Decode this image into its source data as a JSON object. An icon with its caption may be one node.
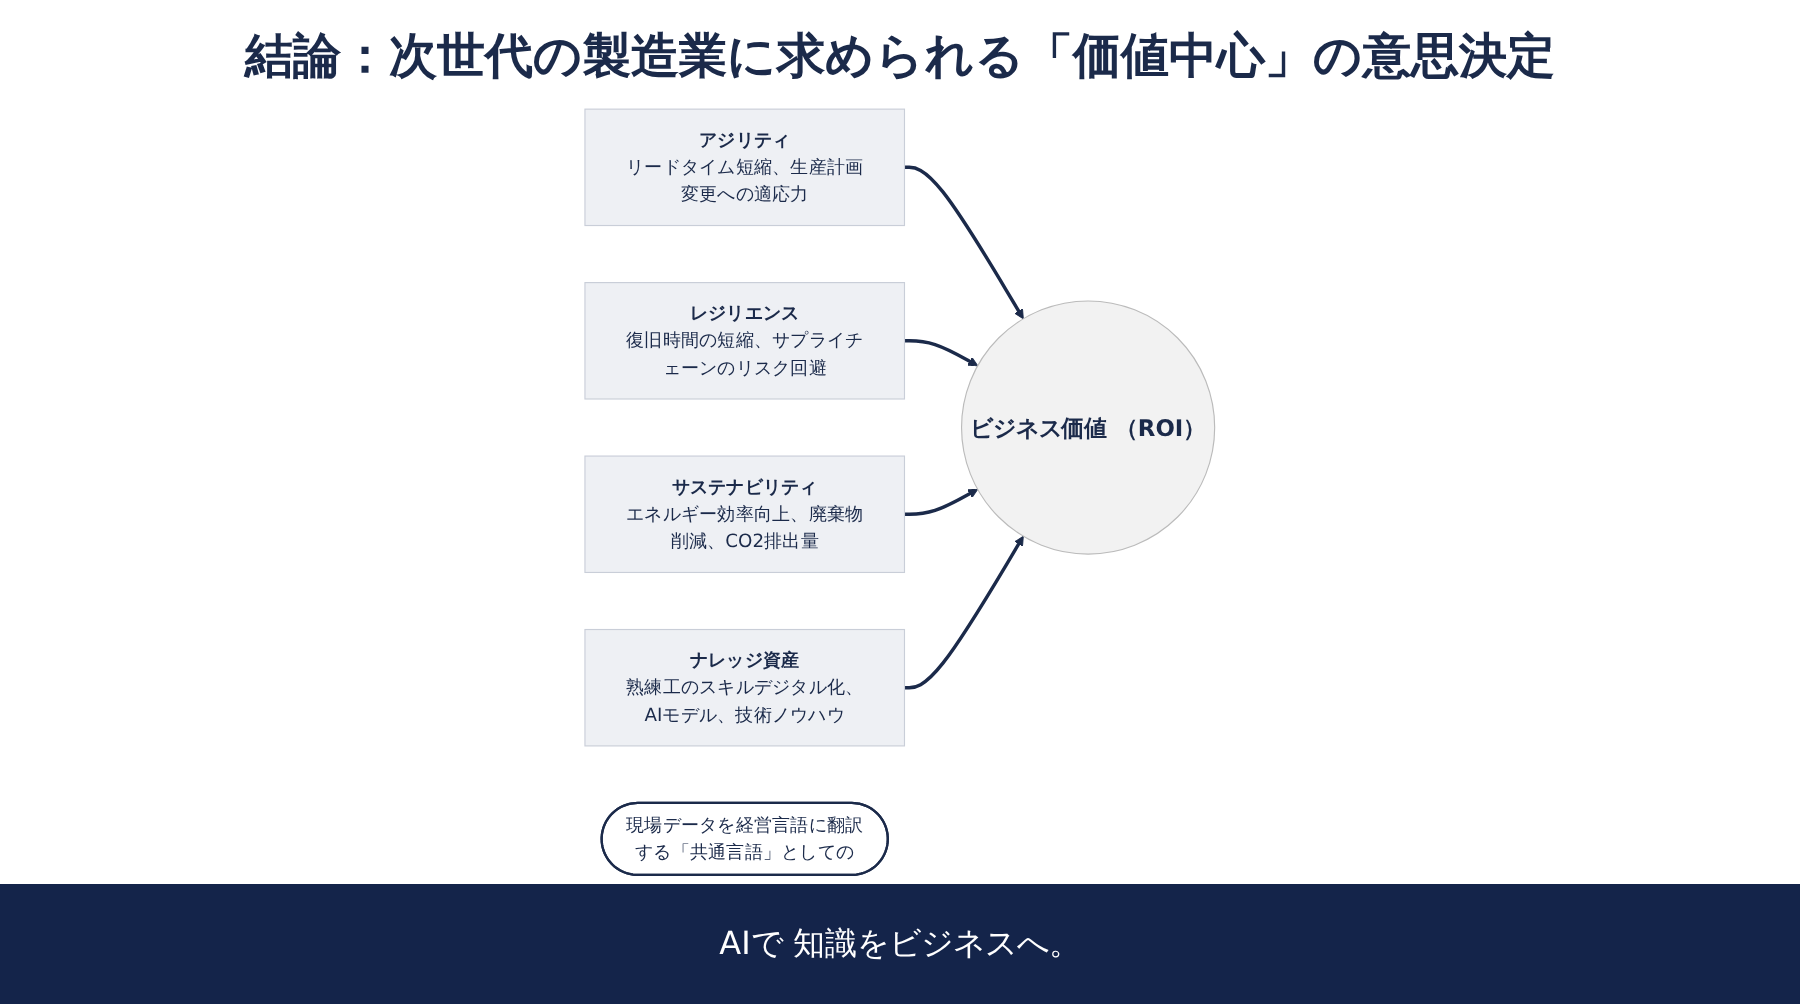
{
  "diagram": {
    "title": "結論：次世代の製造業に求められる「価値中心」の意思決定",
    "nodes": [
      {
        "text": [
          "アジリティ",
          "リードタイム短縮、生産計画変更への適応力"
        ]
      },
      {
        "text": [
          "レジリエンス",
          "復旧時間の短縮、サプライチェーンのリスク回避"
        ]
      },
      {
        "text": [
          "サステナビリティ",
          "エネルギー効率向上、廃棄物削減、CO2排出量"
        ]
      },
      {
        "text": [
          "ナレッジ資産",
          "熟練工のスキルデジタル化、AIモデル、技術ノウハウ"
        ]
      },
      {
        "text": [
          "現場データを経営言語に翻訳する「共通言語」としての"
        ]
      },
      {
        "text": [
          "ビジネス価値 （ROI）"
        ]
      }
    ],
    "edges": [
      {
        "from": 0,
        "to": 5,
        "arrow": "to"
      },
      {
        "from": 1,
        "to": 5,
        "arrow": "to"
      },
      {
        "from": 2,
        "to": 5,
        "arrow": "to"
      },
      {
        "from": 3,
        "to": 5,
        "arrow": "to"
      }
    ],
    "labels": [
      "AIで 知識をビジネスへ。"
    ]
  }
}
